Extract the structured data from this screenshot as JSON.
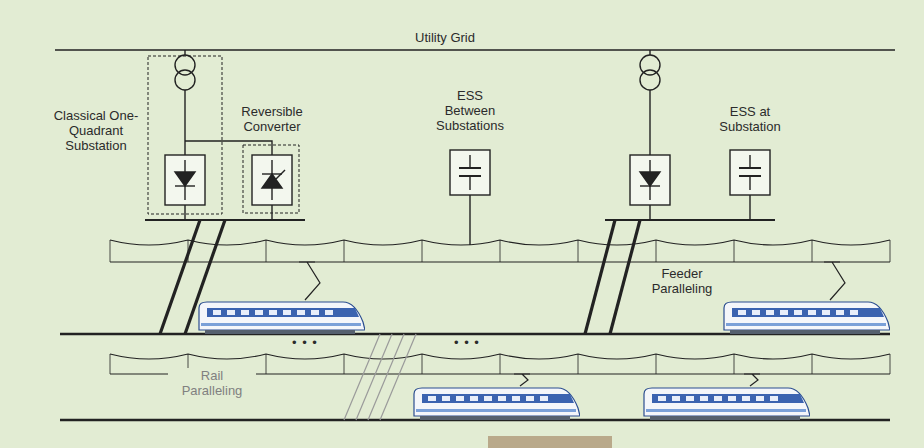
{
  "diagram": {
    "nodes": [
      {
        "text": [
          "Classical One-Quadrant Substation"
        ]
      },
      {
        "text": [
          "Reversible Converter"
        ]
      },
      {
        "text": [
          "ESS Between Substations"
        ]
      },
      {
        "text": [
          "ESS at Substation"
        ]
      }
    ],
    "labels": [
      "Utility Grid",
      "Feeder Paralleling",
      "Rail Paralleling",
      "• • •",
      "• • •"
    ]
  }
}
